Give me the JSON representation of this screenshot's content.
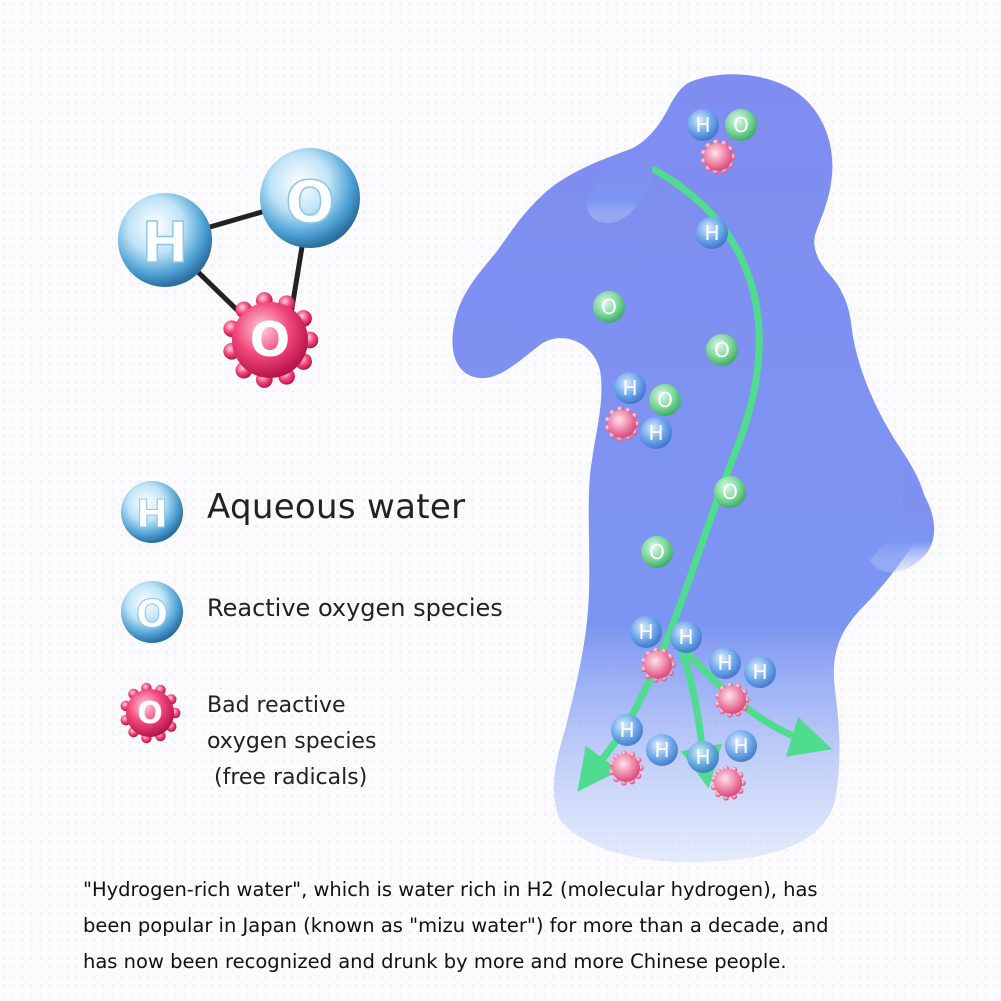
{
  "symbols": {
    "hydrogen": "H",
    "oxygen": "O"
  },
  "legend": {
    "aqueous_water": "Aqueous water",
    "reactive_oxygen": "Reactive oxygen species",
    "bad_reactive": [
      "Bad reactive",
      "oxygen species",
      " (free radicals)"
    ]
  },
  "caption_lines": [
    "\"Hydrogen-rich water\", which is water rich in H2 (molecular hydrogen), has",
    "been popular in Japan (known as \"mizu water\") for more than a decade, and",
    "has now been recognized and drunk by more and more Chinese people."
  ],
  "colors": {
    "body": "#7b8ff0",
    "arrow": "#4fdc8f",
    "hydrogen_sphere": "#4c9fd4",
    "oxygen_sphere_green": "#7be08e",
    "free_radical": "#f0467a"
  },
  "icons": [
    "water-molecule-icon",
    "hydrogen-sphere-icon",
    "oxygen-sphere-icon",
    "free-radical-icon",
    "woman-silhouette",
    "flow-arrow"
  ]
}
